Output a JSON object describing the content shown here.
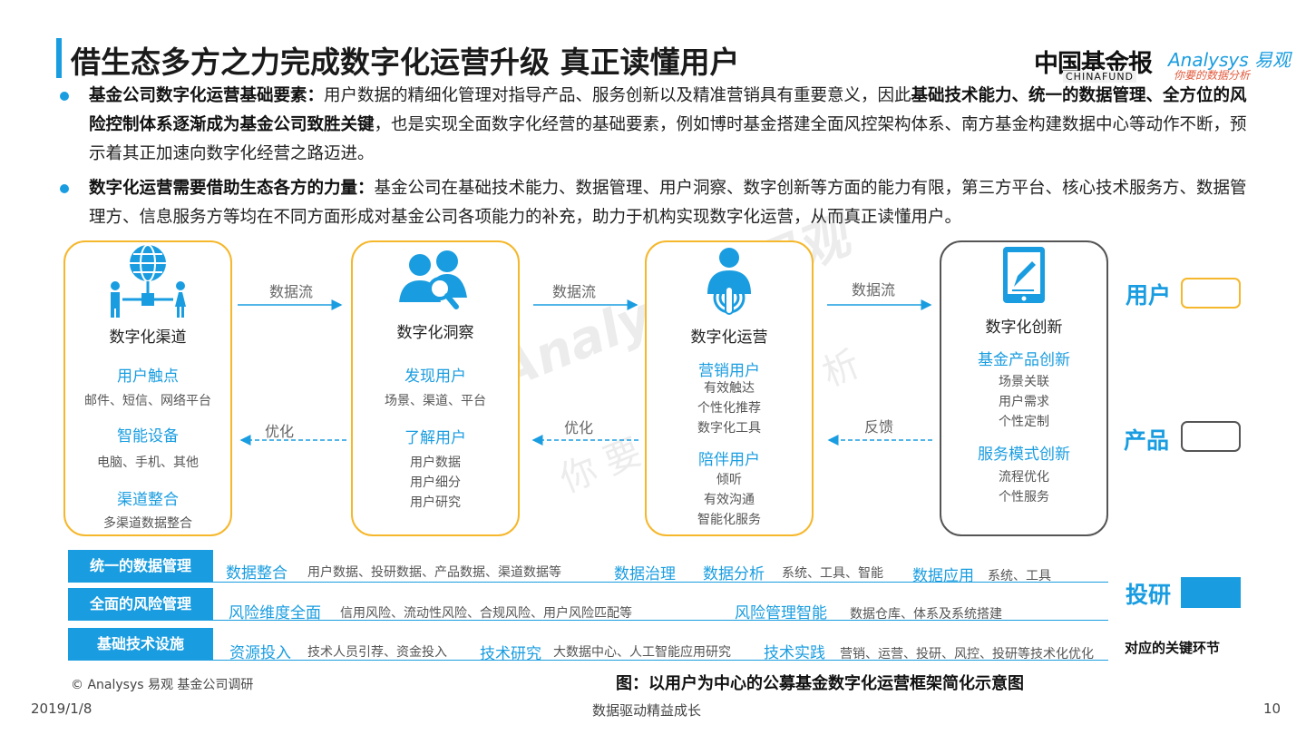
{
  "header": {
    "title": "借生态多方之力完成数字化运营升级 真正读懂用户",
    "logo_cf": "中国基金报",
    "logo_cf_sub": "CHINAFUND",
    "logo_an": "Analysys 易观",
    "logo_an_sub": "你要的数据分析"
  },
  "bullets": [
    {
      "lead": "基金公司数字化运营基础要素：",
      "text1": "用户数据的精细化管理对指导产品、服务创新以及精准营销具有重要意义，因此",
      "bold": "基础技术能力、统一的数据管理、全方位的风险控制体系逐渐成为基金公司致胜关键",
      "text2": "，也是实现全面数字化经营的基础要素，例如博时基金搭建全面风控架构体系、南方基金构建数据中心等动作不断，预示着其正加速向数字化经营之路迈进。"
    },
    {
      "lead": "数字化运营需要借助生态各方的力量：",
      "text1": "基金公司在基础技术能力、数据管理、用户洞察、数字创新等方面的能力有限，第三方平台、核心技术服务方、数据管理方、信息服务方等均在不同方面形成对基金公司各项能力的补充，助力于机构实现数字化运营，从而真正读懂用户。"
    }
  ],
  "diagram": {
    "boxes": [
      {
        "title": "数字化渠道",
        "groups": [
          {
            "head": "用户触点",
            "items": [
              "邮件、短信、网络平台"
            ]
          },
          {
            "head": "智能设备",
            "items": [
              "电脑、手机、其他"
            ]
          },
          {
            "head": "渠道整合",
            "items": [
              "多渠道数据整合"
            ]
          }
        ]
      },
      {
        "title": "数字化洞察",
        "groups": [
          {
            "head": "发现用户",
            "items": [
              "场景、渠道、平台"
            ]
          },
          {
            "head": "了解用户",
            "items": [
              "用户数据",
              "用户细分",
              "用户研究"
            ]
          }
        ]
      },
      {
        "title": "数字化运营",
        "groups": [
          {
            "head": "营销用户",
            "items": [
              "有效触达",
              "个性化推荐",
              "数字化工具"
            ]
          },
          {
            "head": "陪伴用户",
            "items": [
              "倾听",
              "有效沟通",
              "智能化服务"
            ]
          }
        ]
      },
      {
        "title": "数字化创新",
        "groups": [
          {
            "head": "基金产品创新",
            "items": [
              "场景关联",
              "用户需求",
              "个性定制"
            ]
          },
          {
            "head": "服务模式创新",
            "items": [
              "流程优化",
              "个性服务"
            ]
          }
        ]
      }
    ],
    "flows_forward": [
      "数据流",
      "数据流",
      "数据流"
    ],
    "flows_back": [
      "优化",
      "优化",
      "反馈"
    ],
    "side_labels": [
      "用户",
      "产品",
      "投研"
    ],
    "side_note": "对应的关键环节",
    "watermark": "Analysys 易观",
    "watermark_sub": "你要的数据分析"
  },
  "bands": [
    {
      "tag": "统一的数据管理",
      "items": [
        {
          "key": "数据整合",
          "desc": "用户数据、投研数据、产品数据、渠道数据等"
        },
        {
          "key": "数据治理",
          "desc": ""
        },
        {
          "key": "数据分析",
          "desc": "系统、工具、智能"
        },
        {
          "key": "数据应用",
          "desc": "系统、工具"
        }
      ]
    },
    {
      "tag": "全面的风险管理",
      "items": [
        {
          "key": "风险维度全面",
          "desc": "信用风险、流动性风险、合规风险、用户风险匹配等"
        },
        {
          "key": "风险管理智能",
          "desc": "数据仓库、体系及系统搭建"
        }
      ]
    },
    {
      "tag": "基础技术设施",
      "items": [
        {
          "key": "资源投入",
          "desc": "技术人员引荐、资金投入"
        },
        {
          "key": "技术研究",
          "desc": "大数据中心、人工智能应用研究"
        },
        {
          "key": "技术实践",
          "desc": "营销、运营、投研、风控、投研等技术化优化"
        }
      ]
    }
  ],
  "footer": {
    "source": "© Analysys 易观 基金公司调研",
    "caption": "图：以用户为中心的公募基金数字化运营框架简化示意图",
    "date": "2019/1/8",
    "slogan": "数据驱动精益成长",
    "page": "10"
  },
  "colors": {
    "accent": "#1a9de0",
    "box_border": "#f5b72b",
    "grey_border": "#555555"
  }
}
